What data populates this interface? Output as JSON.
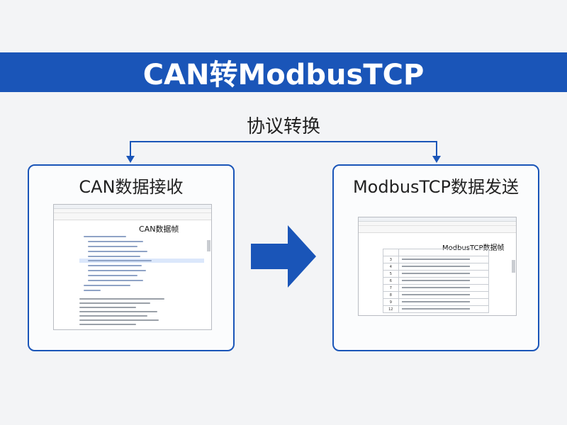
{
  "header": {
    "title": "CAN转ModbusTCP"
  },
  "conversion": {
    "label": "协议转换"
  },
  "panels": {
    "left": {
      "title": "CAN数据接收",
      "frame_label": "CAN数据帧"
    },
    "right": {
      "title": "ModbusTCP数据发送",
      "frame_label": "ModbusTCP数据帧",
      "row_indices": [
        "3",
        "4",
        "5",
        "6",
        "7",
        "8",
        "9",
        "12"
      ]
    }
  },
  "colors": {
    "primary_blue": "#1a55b8",
    "background": "#f3f4f6"
  }
}
